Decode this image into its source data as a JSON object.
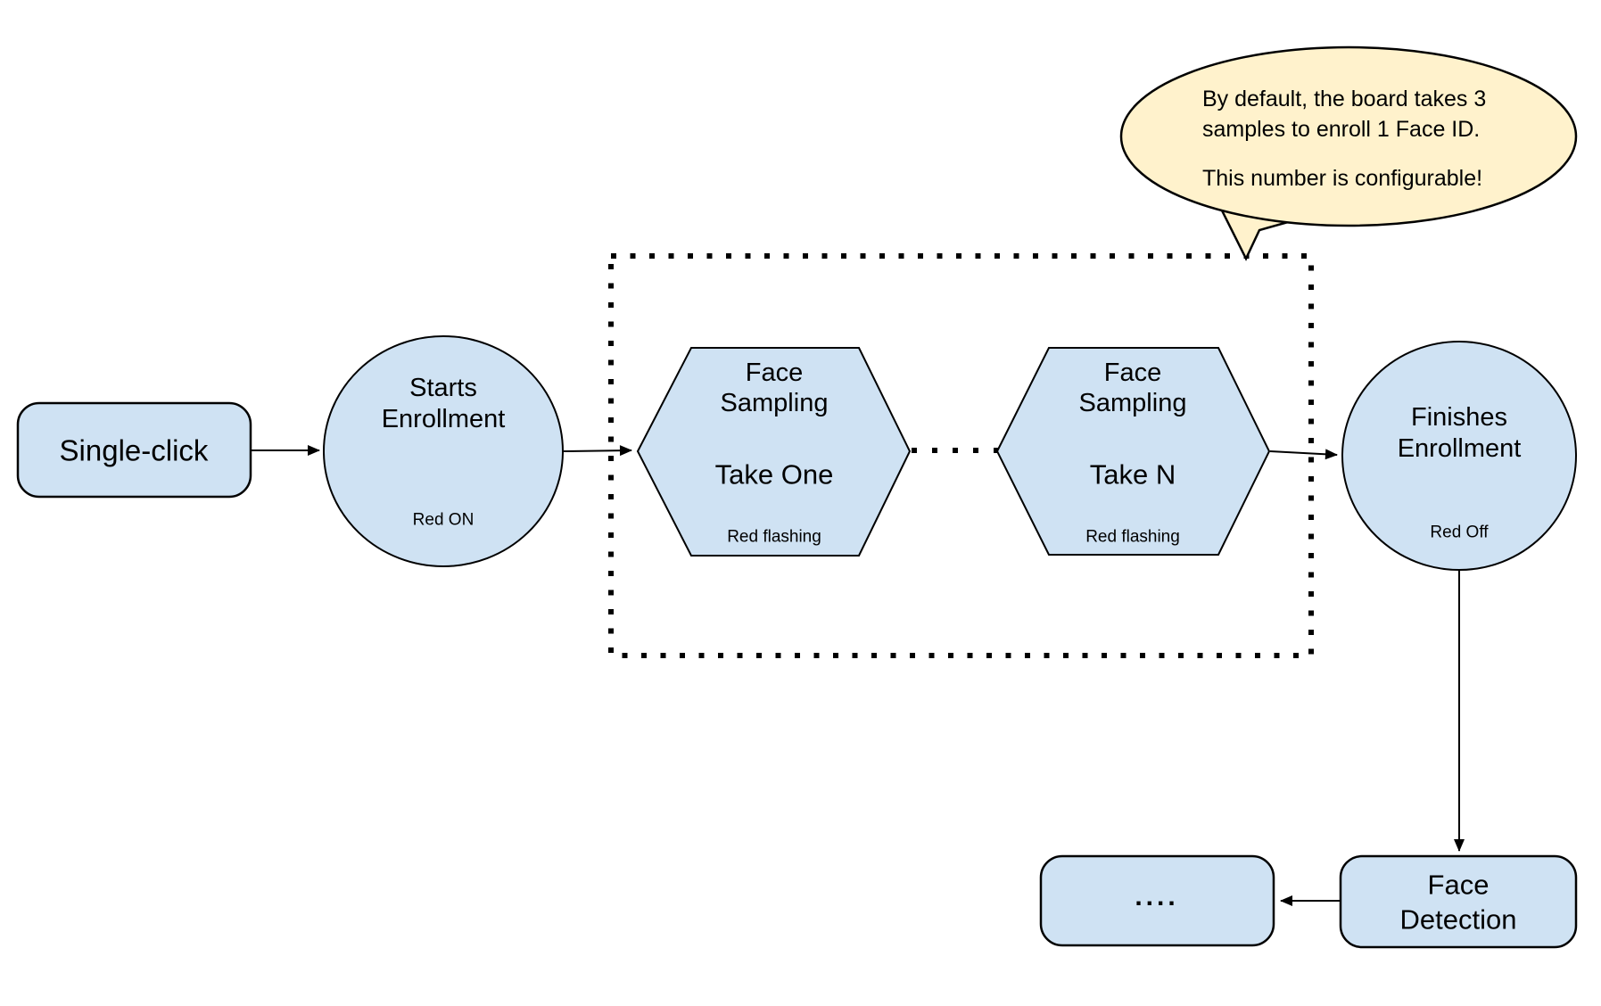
{
  "colors": {
    "background": "#ffffff",
    "node_fill": "#cfe2f3",
    "node_stroke": "#000000",
    "bubble_fill": "#fff2cc",
    "line_color": "#000000"
  },
  "nodes": {
    "single_click": {
      "label": "Single-click"
    },
    "starts_enrollment": {
      "title_line1": "Starts",
      "title_line2": "Enrollment",
      "status": "Red ON"
    },
    "face_sampling_one": {
      "title_line1": "Face",
      "title_line2": "Sampling",
      "step": "Take One",
      "status": "Red flashing"
    },
    "face_sampling_n": {
      "title_line1": "Face",
      "title_line2": "Sampling",
      "step": "Take N",
      "status": "Red flashing"
    },
    "finishes_enrollment": {
      "title_line1": "Finishes",
      "title_line2": "Enrollment",
      "status": "Red Off"
    },
    "face_detection": {
      "title_line1": "Face",
      "title_line2": "Detection"
    },
    "continuation": {
      "label": "...."
    }
  },
  "callout": {
    "line1": "By default, the board takes 3",
    "line2": "samples to enroll 1 Face ID.",
    "line3": "This number is configurable!"
  }
}
